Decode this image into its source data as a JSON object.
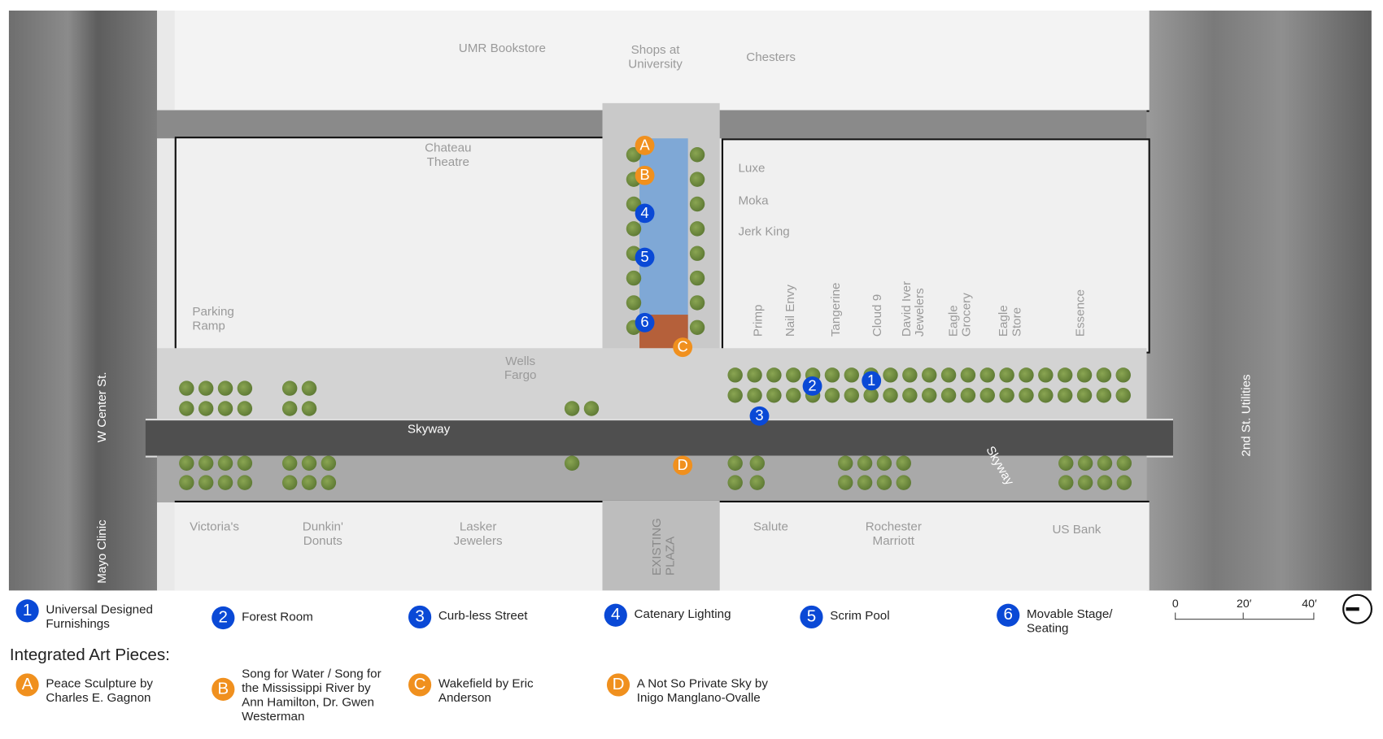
{
  "map": {
    "buildings_north": [
      "UMR Bookstore",
      "Shops at University",
      "Chesters"
    ],
    "buildings_mid": [
      "Chateau Theatre",
      "Luxe",
      "Moka",
      "Jerk King",
      "Parking Ramp",
      "Wells Fargo"
    ],
    "storefronts": [
      "Primp",
      "Nail Envy",
      "Tangerine",
      "Cloud 9",
      "David Iver Jewelers",
      "Eagle Grocery",
      "Eagle Store",
      "Essence"
    ],
    "buildings_south": [
      "Victoria's",
      "Dunkin' Donuts",
      "Lasker Jewelers",
      "Salute",
      "Rochester Marriott",
      "US Bank"
    ],
    "existing_plaza": "EXISTING PLAZA",
    "streets": {
      "main": "Skyway",
      "skyway_diagonal": "Skyway",
      "west": "W Center St.",
      "east": "2nd St. Utilities",
      "mayo": "Mayo Clinic"
    },
    "colors": {
      "feature_marker": "#0a49d6",
      "art_marker": "#f0901e",
      "pool": "#7fa8d6",
      "road": "#555555",
      "building": "#f2f2f2"
    }
  },
  "legend": {
    "features": [
      {
        "num": "1",
        "label": "Universal Designed Furnishings"
      },
      {
        "num": "2",
        "label": "Forest Room"
      },
      {
        "num": "3",
        "label": "Curb-less Street"
      },
      {
        "num": "4",
        "label": "Catenary Lighting"
      },
      {
        "num": "5",
        "label": "Scrim Pool"
      },
      {
        "num": "6",
        "label": "Movable Stage/ Seating"
      }
    ],
    "art_title": "Integrated Art Pieces:",
    "art": [
      {
        "letter": "A",
        "label": "Peace Sculpture by Charles E. Gagnon"
      },
      {
        "letter": "B",
        "label": "Song for Water / Song for the Mississippi River by Ann Hamilton, Dr. Gwen Westerman"
      },
      {
        "letter": "C",
        "label": "Wakefield by Eric Anderson"
      },
      {
        "letter": "D",
        "label": "A Not So Private Sky by Inigo Manglano-Ovalle"
      }
    ]
  },
  "scale": {
    "ticks": [
      "0",
      "20′",
      "40′"
    ]
  },
  "north_arrow_icon": "north-arrow-icon"
}
